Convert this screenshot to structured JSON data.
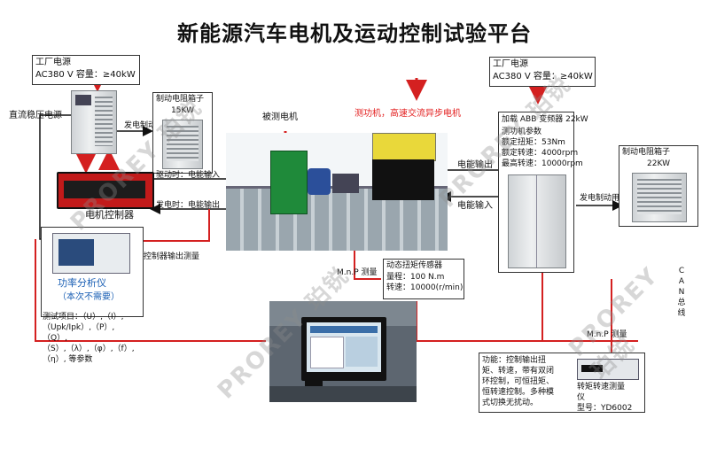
{
  "title": "新能源汽车电机及运动控制试验平台",
  "power_left": {
    "line1": "工厂电源",
    "line2": "AC380 V 容量：≥40kW"
  },
  "power_right": {
    "line1": "工厂电源",
    "line2": "AC380 V 容量：≥40kW"
  },
  "dc_supply_label": "直流稳压电源",
  "brake_resistor_left": {
    "title": "制动电阻箱子",
    "power": "15KW"
  },
  "brake_resistor_right": {
    "title": "制动电阻箱子",
    "power": "22KW"
  },
  "gen_brake_left": "发电制动",
  "gen_brake_right": "发电制动用",
  "motor_under_test": "被测电机",
  "drive_motor": "测功机，高速交流异步电机",
  "drive_input": "驱动时：电能输入",
  "gen_output": "发电时：电能输出",
  "motor_controller": "电机控制器",
  "power_output": "电能输出",
  "power_input": "电能输入",
  "inverter": {
    "lines": [
      "加载 ABB 变频器 22kW",
      "测功机参数",
      "额定扭矩：53Nm",
      "额定转速：4000rpm",
      "最高转速：10000rpm"
    ]
  },
  "controller_output_measure": "控制器输出测量",
  "mnp_measure_1": "M.n.P 测量",
  "mnp_measure_2": "M.n.P 测量",
  "torque_sensor": {
    "lines": [
      "动态扭矩传感器",
      "量程：100 N.m",
      "转速：10000(r/min)"
    ]
  },
  "power_analyzer": {
    "title": "功率分析仪",
    "note": "（本次不需要）"
  },
  "test_items": [
    "测试项目：（U）,（I）,",
    "（Upk/Ipk）,（P）,",
    "（Q）,",
    "（S）,（λ）,（φ）,（f）,",
    "（η）, 等参数"
  ],
  "can_bus": [
    "C",
    "A",
    "N",
    "总",
    "线"
  ],
  "function_box": {
    "lines": [
      "功能：控制输出扭",
      "矩、转速，带有双闭",
      "环控制，可恒扭矩、",
      "恒转速控制。多种模",
      "式切换无扰动。"
    ]
  },
  "torque_meter": {
    "lines": [
      "转矩转速测量",
      "仪",
      "型号：YD6002"
    ]
  },
  "watermark": "PROREY 珀锐",
  "colors": {
    "arrow": "#e02525",
    "accent": "#1a5fb4"
  }
}
